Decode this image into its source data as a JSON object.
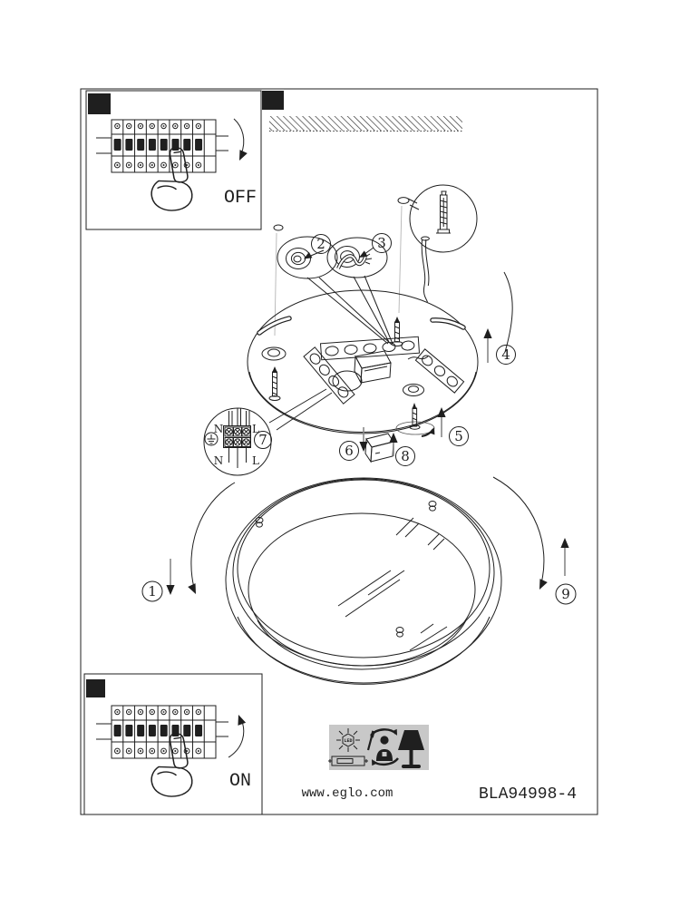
{
  "labels": {
    "off": "OFF",
    "on": "ON",
    "website": "www.eglo.com",
    "code": "BLA94998-4",
    "led": "LED"
  },
  "steps": [
    "1",
    "2",
    "3",
    "4",
    "5",
    "6",
    "7",
    "8",
    "9"
  ],
  "terminal": {
    "n_top": "N",
    "l_top": "L",
    "n_bottom": "N",
    "l_bottom": "L"
  },
  "colors": {
    "ink": "#1f1f1f",
    "paper": "#ffffff",
    "icon_box_bg": "#c8c8c8",
    "guide_line": "#b5b5b5",
    "arrow_shaft": "#888888"
  }
}
